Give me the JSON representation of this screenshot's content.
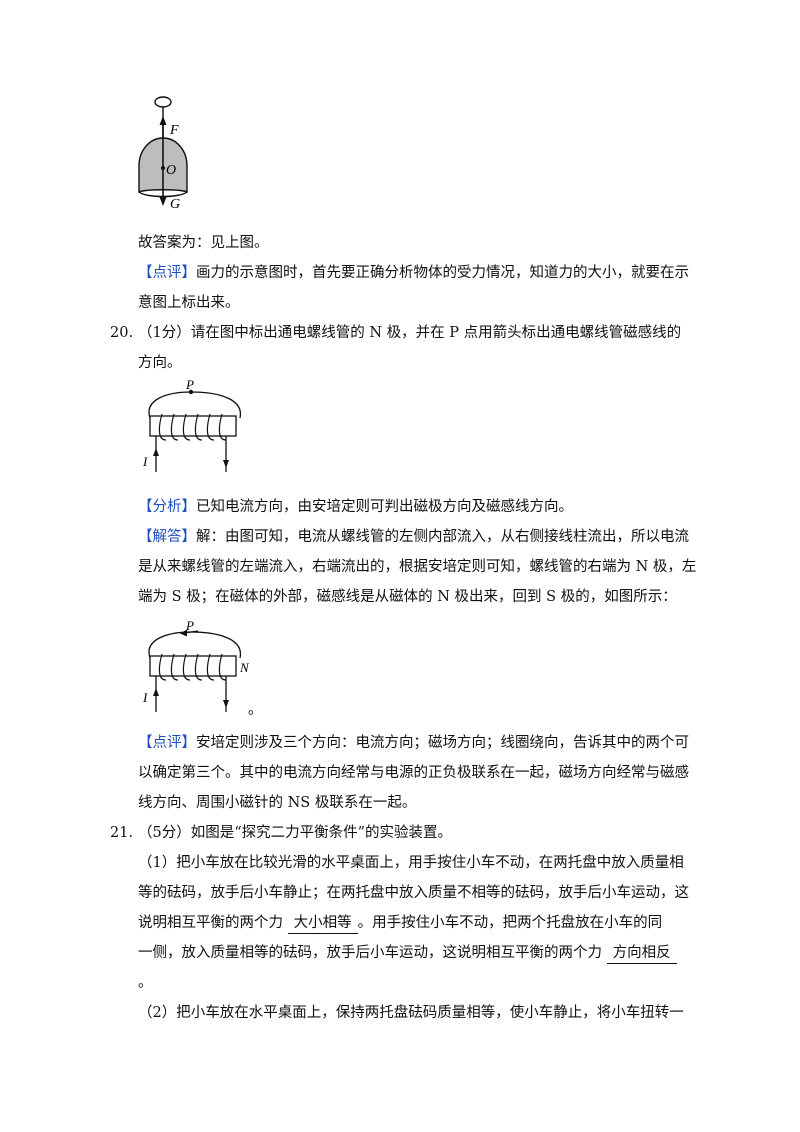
{
  "fig1": {
    "label_f": "F",
    "label_o": "O",
    "label_g": "G"
  },
  "q19": {
    "answer": "故答案为：见上图。",
    "comment_tag": "【点评】",
    "comment_l1": "画力的示意图时，首先要正确分析物体的受力情况，知道力的大小，就要在示",
    "comment_l2": "意图上标出来。"
  },
  "q20": {
    "number": "20.",
    "stem_l1": "（1分）请在图中标出通电螺线管的 N 极，并在 P 点用箭头标出通电螺线管磁感线的",
    "stem_l2": "方向。",
    "fig_p": "P",
    "fig_i": "I",
    "analysis_tag": "【分析】",
    "analysis": "已知电流方向，由安培定则可判出磁极方向及磁感线方向。",
    "solution_tag": "【解答】",
    "solution_l1": "解：由图可知，电流从螺线管的左侧内部流入，从右侧接线柱流出，所以电流",
    "solution_l2": "是从来螺线管的左端流入，右端流出的，根据安培定则可知，螺线管的右端为 N 极，左",
    "solution_l3": "端为 S 极；在磁体的外部，磁感线是从磁体的 N 极出来，回到 S 极的，如图所示：",
    "fig2_p": "P",
    "fig2_n": "N",
    "fig2_i": "I",
    "fig2_end": "。",
    "comment_tag": "【点评】",
    "comment_l1": "安培定则涉及三个方向：电流方向；磁场方向；线圈绕向，告诉其中的两个可",
    "comment_l2": "以确定第三个。其中的电流方向经常与电源的正负极联系在一起，磁场方向经常与磁感",
    "comment_l3": "线方向、周围小磁针的 NS 极联系在一起。"
  },
  "q21": {
    "number": "21.",
    "stem": "（5分）如图是“探究二力平衡条件”的实验装置。",
    "p1_l1": "（1）把小车放在比较光滑的水平桌面上，用手按住小车不动，在两托盘中放入质量相",
    "p1_l2": "等的砝码，放手后小车静止；在两托盘中放入质量不相等的砝码，放手后小车运动，这",
    "p1_l3_pre": "说明相互平衡的两个力",
    "p1_blank1": "大小相等",
    "p1_l3_post": "。用手按住小车不动，把两个托盘放在小车的同",
    "p1_l4_pre": "一侧，放入质量相等的砝码，放手后小车运动，这说明相互平衡的两个力",
    "p1_blank2": "方向相反",
    "p1_l5": "。",
    "p2_l1": "（2）把小车放在水平桌面上，保持两托盘砝码质量相等，使小车静止，将小车扭转一"
  }
}
